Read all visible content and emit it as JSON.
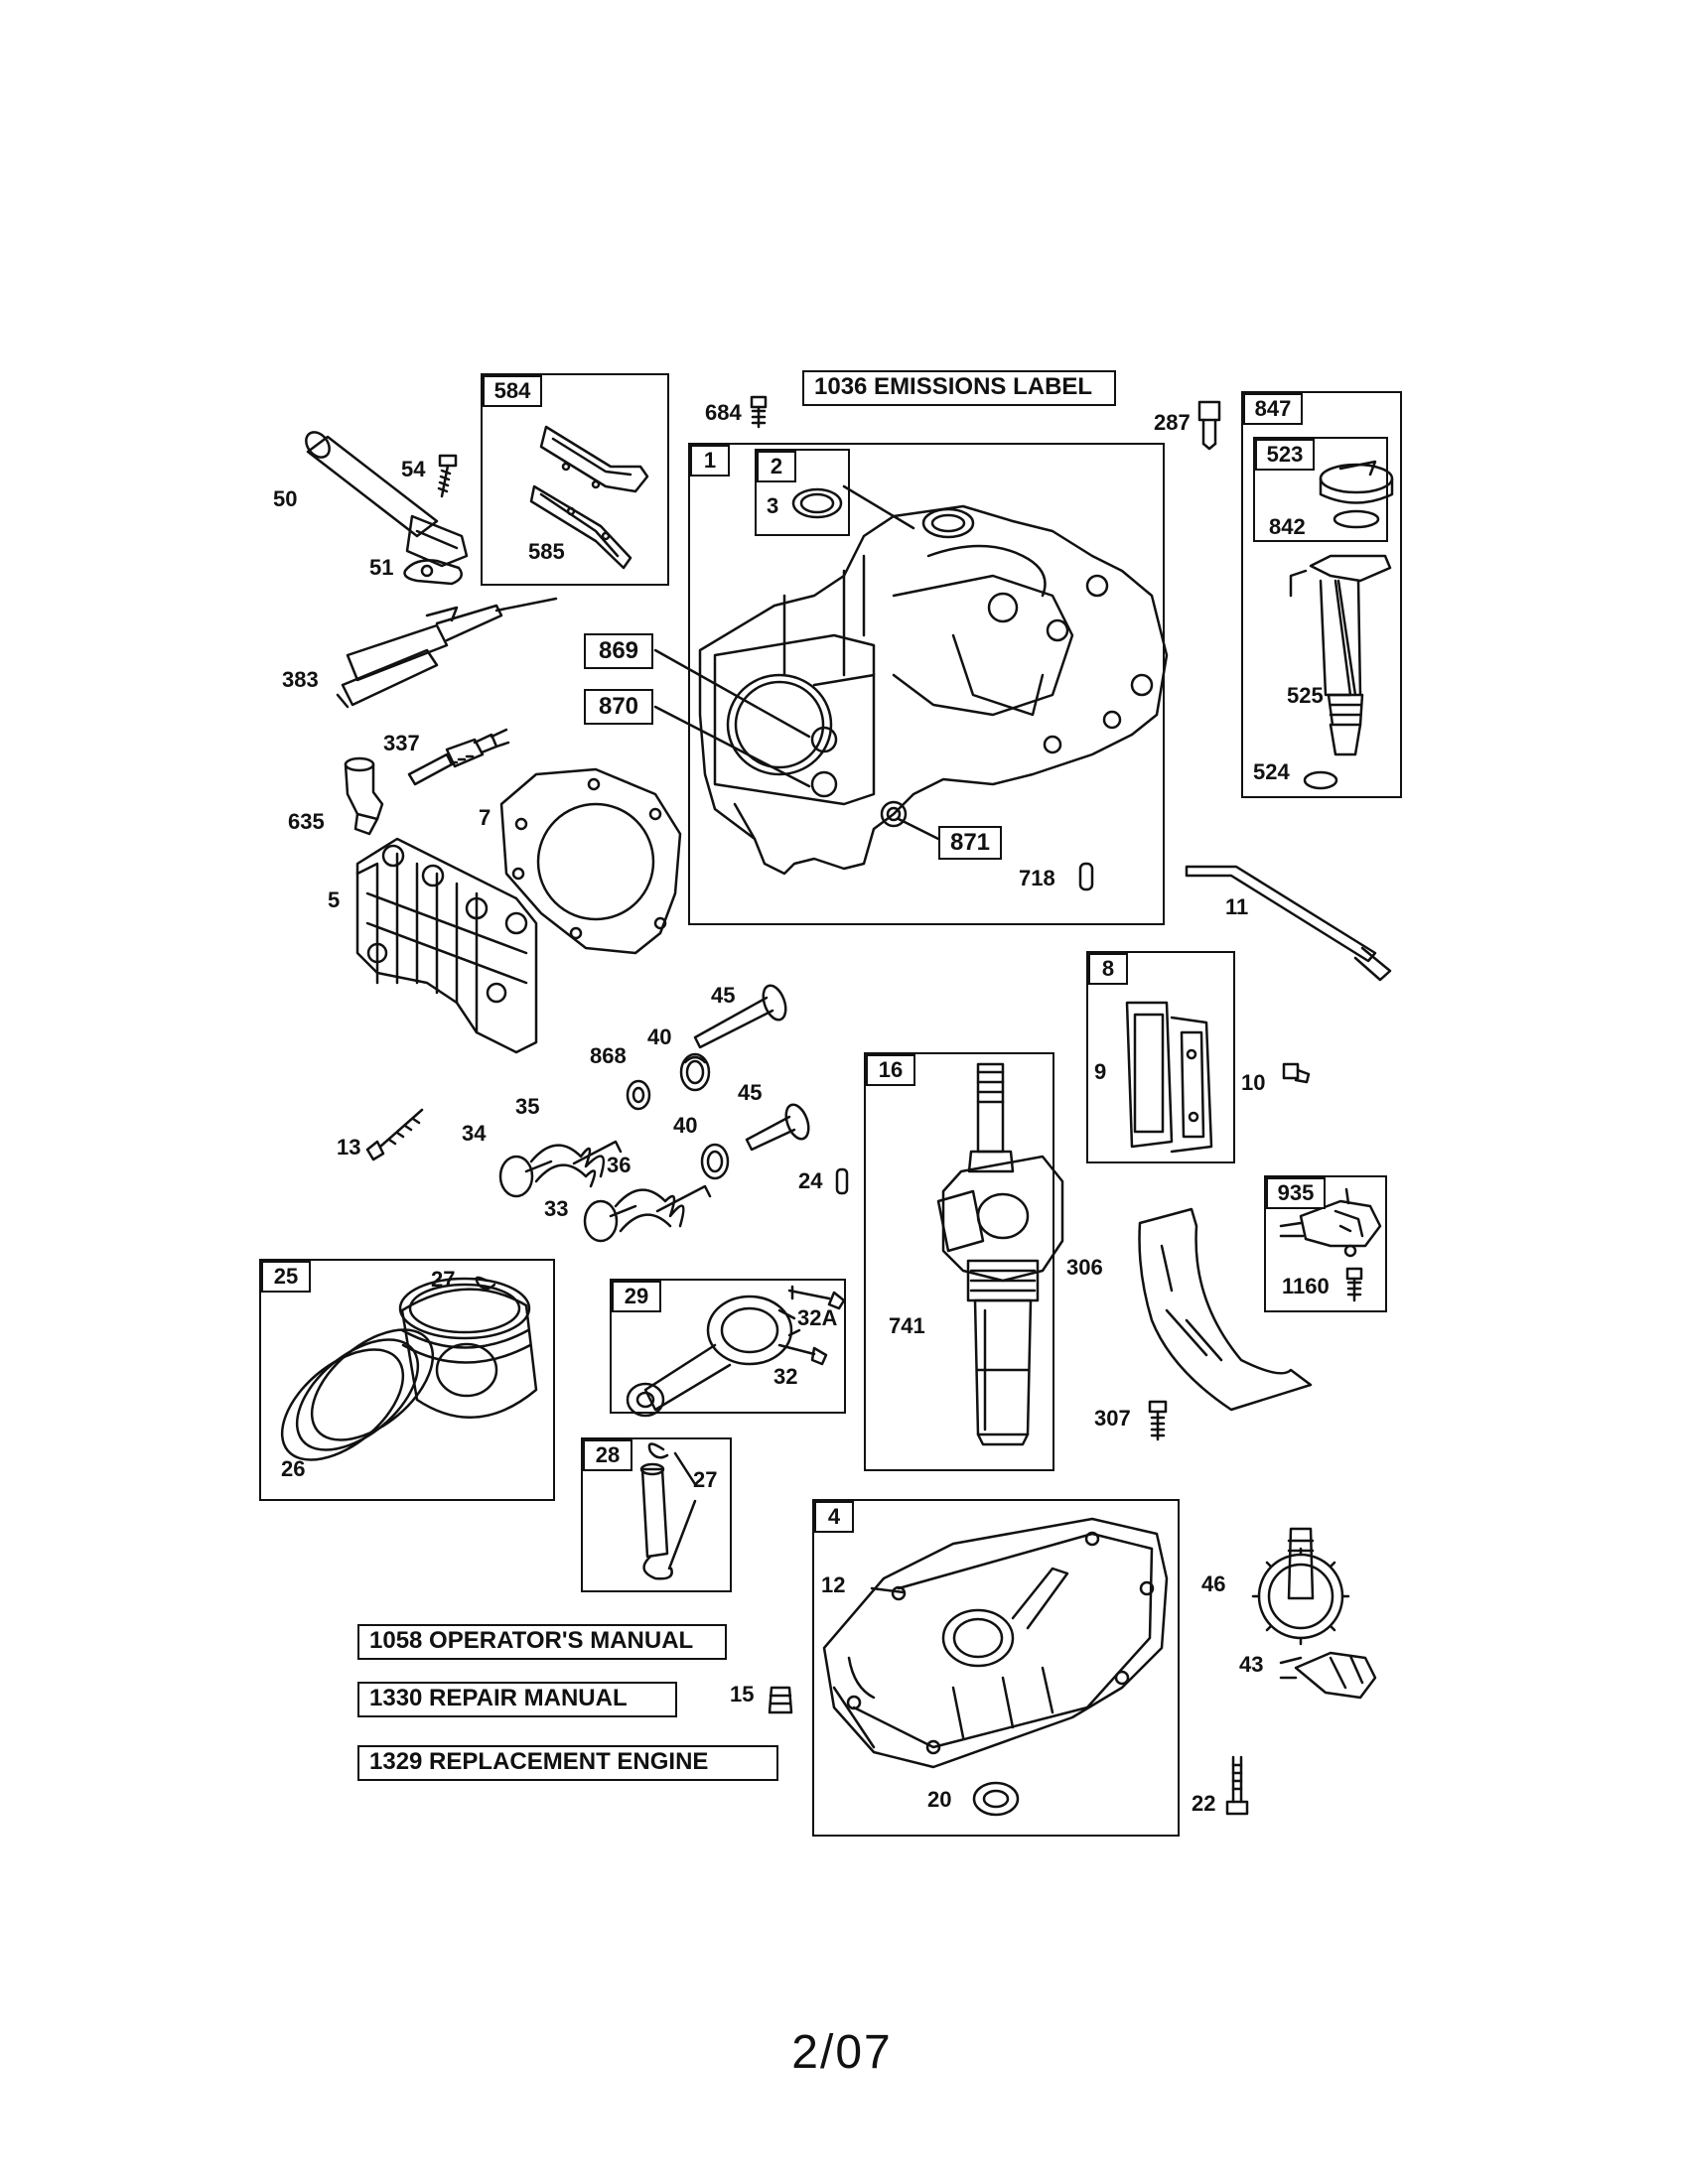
{
  "labels": {
    "emissions": "1036 EMISSIONS LABEL",
    "operators_manual": "1058 OPERATOR'S MANUAL",
    "repair_manual": "1330 REPAIR MANUAL",
    "replacement_engine": "1329 REPLACEMENT ENGINE"
  },
  "groups": {
    "g584": "584",
    "g1": "1",
    "g2": "2",
    "g847": "847",
    "g523": "523",
    "g869": "869",
    "g870": "870",
    "g871": "871",
    "g8": "8",
    "g16": "16",
    "g935": "935",
    "g25": "25",
    "g29": "29",
    "g28": "28",
    "g4": "4"
  },
  "parts": {
    "p50": "50",
    "p54": "54",
    "p51": "51",
    "p585": "585",
    "p684": "684",
    "p287": "287",
    "p3": "3",
    "p842": "842",
    "p525": "525",
    "p524": "524",
    "p383": "383",
    "p337": "337",
    "p635": "635",
    "p7": "7",
    "p5": "5",
    "p718": "718",
    "p11": "11",
    "p45a": "45",
    "p40a": "40",
    "p868": "868",
    "p45b": "45",
    "p40b": "40",
    "p35": "35",
    "p34": "34",
    "p13": "13",
    "p36": "36",
    "p33": "33",
    "p24": "24",
    "p9": "9",
    "p10": "10",
    "p306": "306",
    "p1160": "1160",
    "p741": "741",
    "p307": "307",
    "p27a": "27",
    "p26": "26",
    "p32a": "32A",
    "p32": "32",
    "p27b": "27",
    "p12": "12",
    "p15": "15",
    "p20": "20",
    "p46": "46",
    "p43": "43",
    "p22": "22"
  },
  "page_number": "2/07"
}
